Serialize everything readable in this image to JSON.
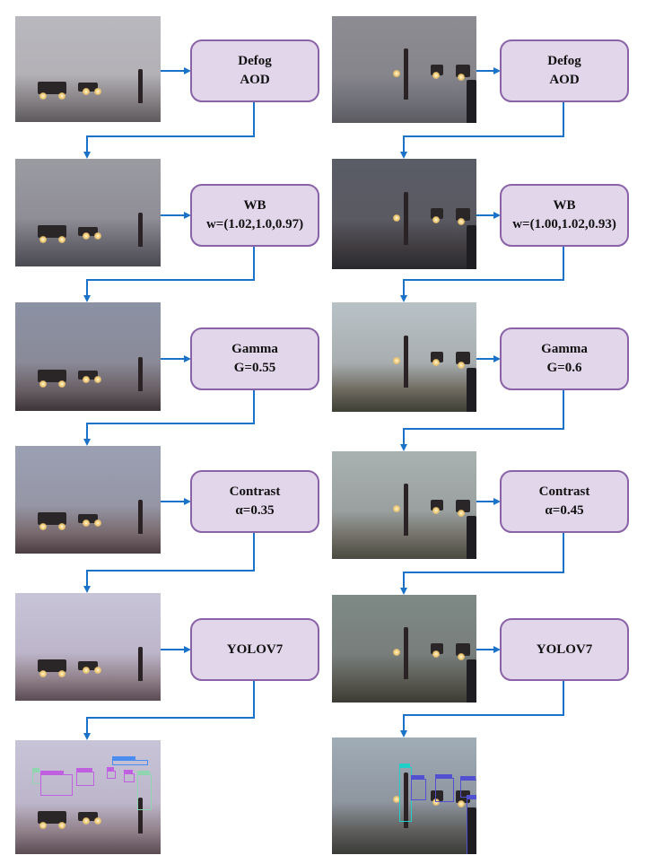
{
  "left_column": {
    "steps": [
      {
        "line1": "Defog",
        "line2": "AOD"
      },
      {
        "line1": "WB",
        "line2": "w=(1.02,1.0,0.97)"
      },
      {
        "line1": "Gamma",
        "line2": "G=0.55"
      },
      {
        "line1": "Contrast",
        "line2": "α=0.35"
      },
      {
        "line1": "YOLOV7",
        "line2": ""
      }
    ]
  },
  "right_column": {
    "steps": [
      {
        "line1": "Defog",
        "line2": "AOD"
      },
      {
        "line1": "WB",
        "line2": "w=(1.00,1.02,0.93)"
      },
      {
        "line1": "Gamma",
        "line2": "G=0.6"
      },
      {
        "line1": "Contrast",
        "line2": "α=0.45"
      },
      {
        "line1": "YOLOV7",
        "line2": ""
      }
    ]
  },
  "colors": {
    "box_fill": "#e2d6ea",
    "box_border": "#8a62a8",
    "arrow": "#1a73c8",
    "det_person_left": "#8fd6b0",
    "det_car": "#c060e0",
    "det_light": "#4a8cf0",
    "det_person_right": "#20d0c8",
    "det_car_right": "#5050d0"
  }
}
